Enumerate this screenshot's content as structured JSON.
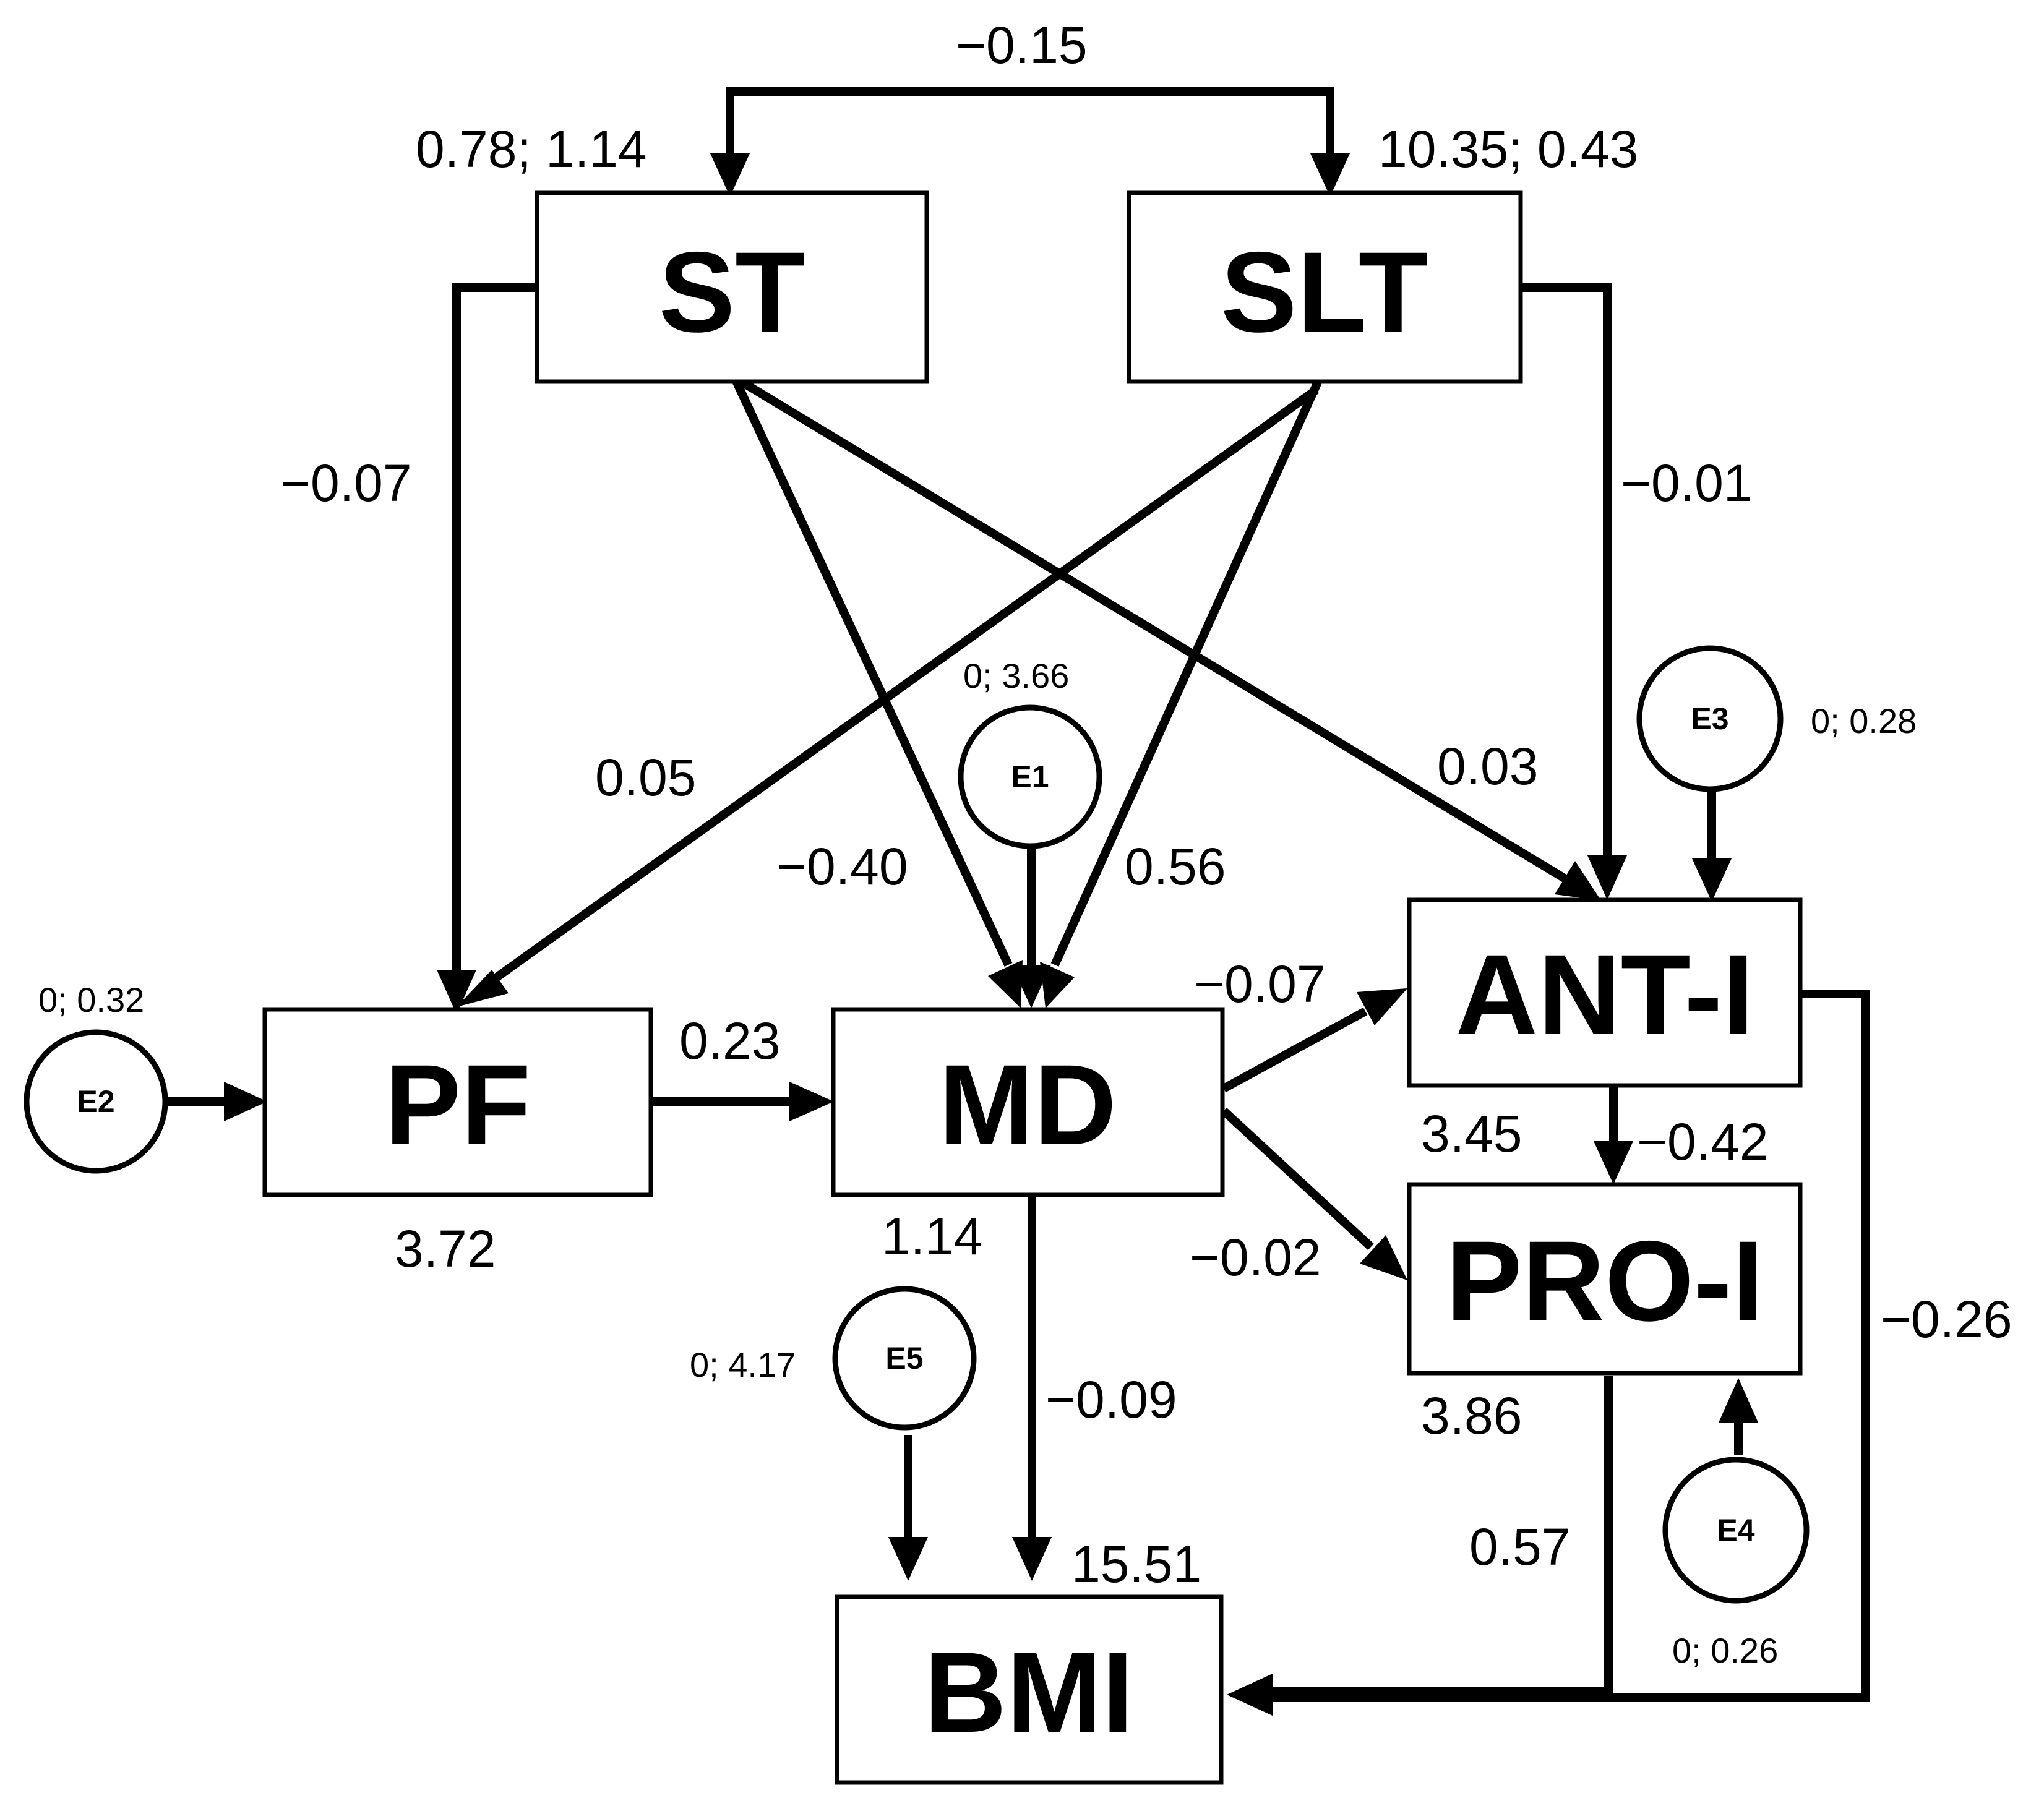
{
  "nodes": {
    "st": "ST",
    "slt": "SLT",
    "pf": "PF",
    "md": "MD",
    "ant": "ANT-I",
    "pro": "PRO-I",
    "bmi": "BMI"
  },
  "errors": {
    "e1": "E1",
    "e2": "E2",
    "e3": "E3",
    "e4": "E4",
    "e5": "E5"
  },
  "variances": {
    "st": "0.78; 1.14",
    "slt": "10.35; 0.43",
    "e1": "0; 3.66",
    "e2": "0; 0.32",
    "e3": "0; 0.28",
    "e4": "0; 0.26",
    "e5": "0; 4.17"
  },
  "intercepts": {
    "pf": "3.72",
    "md": "1.14",
    "ant": "3.45",
    "pro": "3.86",
    "bmi": "15.51"
  },
  "paths": {
    "st_slt": "−0.15",
    "st_pf": "−0.07",
    "slt_pf": "0.05",
    "st_md": "−0.40",
    "slt_md": "0.56",
    "st_ant": "0.03",
    "slt_ant": "−0.01",
    "pf_md": "0.23",
    "md_ant": "−0.07",
    "md_pro": "−0.02",
    "ant_pro": "−0.42",
    "md_bmi": "−0.09",
    "pro_bmi": "0.57",
    "ant_bmi": "−0.26"
  }
}
